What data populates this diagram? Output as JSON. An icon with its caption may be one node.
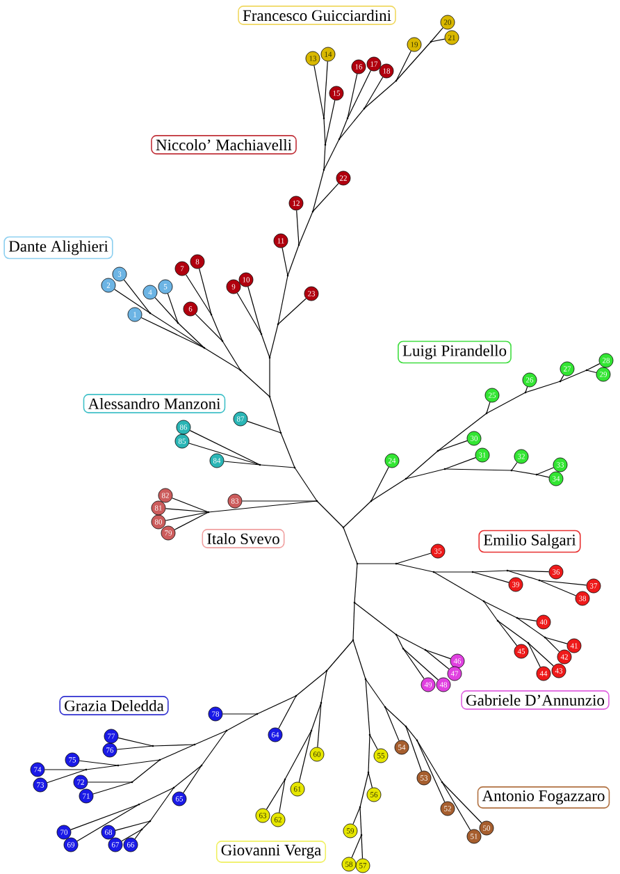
{
  "diagram": {
    "nodes": [
      {
        "text": [
          "1"
        ]
      },
      {
        "text": [
          "2"
        ]
      },
      {
        "text": [
          "3"
        ]
      },
      {
        "text": [
          "4"
        ]
      },
      {
        "text": [
          "5"
        ]
      },
      {
        "text": [
          "6"
        ]
      },
      {
        "text": [
          "7"
        ]
      },
      {
        "text": [
          "8"
        ]
      },
      {
        "text": [
          "9"
        ]
      },
      {
        "text": [
          "10"
        ]
      },
      {
        "text": [
          "11"
        ]
      },
      {
        "text": [
          "12"
        ]
      },
      {
        "text": [
          "13"
        ]
      },
      {
        "text": [
          "14"
        ]
      },
      {
        "text": [
          "15"
        ]
      },
      {
        "text": [
          "16"
        ]
      },
      {
        "text": [
          "17"
        ]
      },
      {
        "text": [
          "18"
        ]
      },
      {
        "text": [
          "19"
        ]
      },
      {
        "text": [
          "20"
        ]
      },
      {
        "text": [
          "21"
        ]
      },
      {
        "text": [
          "22"
        ]
      },
      {
        "text": [
          "23"
        ]
      },
      {
        "text": [
          "24"
        ]
      },
      {
        "text": [
          "25"
        ]
      },
      {
        "text": [
          "26"
        ]
      },
      {
        "text": [
          "27"
        ]
      },
      {
        "text": [
          "28"
        ]
      },
      {
        "text": [
          "29"
        ]
      },
      {
        "text": [
          "30"
        ]
      },
      {
        "text": [
          "31"
        ]
      },
      {
        "text": [
          "32"
        ]
      },
      {
        "text": [
          "33"
        ]
      },
      {
        "text": [
          "34"
        ]
      },
      {
        "text": [
          "35"
        ]
      },
      {
        "text": [
          "36"
        ]
      },
      {
        "text": [
          "37"
        ]
      },
      {
        "text": [
          "38"
        ]
      },
      {
        "text": [
          "39"
        ]
      },
      {
        "text": [
          "40"
        ]
      },
      {
        "text": [
          "41"
        ]
      },
      {
        "text": [
          "42"
        ]
      },
      {
        "text": [
          "43"
        ]
      },
      {
        "text": [
          "44"
        ]
      },
      {
        "text": [
          "45"
        ]
      },
      {
        "text": [
          "46"
        ]
      },
      {
        "text": [
          "47"
        ]
      },
      {
        "text": [
          "48"
        ]
      },
      {
        "text": [
          "49"
        ]
      },
      {
        "text": [
          "50"
        ]
      },
      {
        "text": [
          "51"
        ]
      },
      {
        "text": [
          "52"
        ]
      },
      {
        "text": [
          "53"
        ]
      },
      {
        "text": [
          "54"
        ]
      },
      {
        "text": [
          "55"
        ]
      },
      {
        "text": [
          "56"
        ]
      },
      {
        "text": [
          "57"
        ]
      },
      {
        "text": [
          "58"
        ]
      },
      {
        "text": [
          "59"
        ]
      },
      {
        "text": [
          "60"
        ]
      },
      {
        "text": [
          "61"
        ]
      },
      {
        "text": [
          "62"
        ]
      },
      {
        "text": [
          "63"
        ]
      },
      {
        "text": [
          "64"
        ]
      },
      {
        "text": [
          "65"
        ]
      },
      {
        "text": [
          "66"
        ]
      },
      {
        "text": [
          "67"
        ]
      },
      {
        "text": [
          "68"
        ]
      },
      {
        "text": [
          "69"
        ]
      },
      {
        "text": [
          "70"
        ]
      },
      {
        "text": [
          "71"
        ]
      },
      {
        "text": [
          "72"
        ]
      },
      {
        "text": [
          "73"
        ]
      },
      {
        "text": [
          "74"
        ]
      },
      {
        "text": [
          "75"
        ]
      },
      {
        "text": [
          "76"
        ]
      },
      {
        "text": [
          "77"
        ]
      },
      {
        "text": [
          "78"
        ]
      },
      {
        "text": [
          "79"
        ]
      },
      {
        "text": [
          "80"
        ]
      },
      {
        "text": [
          "81"
        ]
      },
      {
        "text": [
          "82"
        ]
      },
      {
        "text": [
          "83"
        ]
      },
      {
        "text": [
          "84"
        ]
      },
      {
        "text": [
          "85"
        ]
      },
      {
        "text": [
          "86"
        ]
      },
      {
        "text": [
          "87"
        ]
      },
      {
        "text": [
          "Francesco Guicciardini"
        ]
      },
      {
        "text": [
          "Niccolo’ Machiavelli"
        ]
      },
      {
        "text": [
          "Dante Alighieri"
        ]
      },
      {
        "text": [
          "Luigi Pirandello"
        ]
      },
      {
        "text": [
          "Alessandro Manzoni"
        ]
      },
      {
        "text": [
          "Italo Svevo"
        ]
      },
      {
        "text": [
          "Emilio Salgari"
        ]
      },
      {
        "text": [
          "Gabriele D’Annunzio"
        ]
      },
      {
        "text": [
          "Grazia Deledda"
        ]
      },
      {
        "text": [
          "Antonio Fogazzaro"
        ]
      },
      {
        "text": [
          "Giovanni Verga"
        ]
      },
      {
        "text": [],
        "shape": "point"
      },
      {
        "text": [],
        "shape": "point"
      },
      {
        "text": [],
        "shape": "point"
      },
      {
        "text": [],
        "shape": "point"
      },
      {
        "text": [],
        "shape": "point"
      },
      {
        "text": [],
        "shape": "point"
      },
      {
        "text": [],
        "shape": "point"
      },
      {
        "text": [],
        "shape": "point"
      },
      {
        "text": [],
        "shape": "point"
      },
      {
        "text": [],
        "shape": "point"
      },
      {
        "text": [],
        "shape": "point"
      },
      {
        "text": [],
        "shape": "point"
      },
      {
        "text": [],
        "shape": "point"
      },
      {
        "text": [],
        "shape": "point"
      },
      {
        "text": [],
        "shape": "point"
      },
      {
        "text": [],
        "shape": "point"
      },
      {
        "text": [],
        "shape": "point"
      },
      {
        "text": [],
        "shape": "point"
      },
      {
        "text": [],
        "shape": "point"
      },
      {
        "text": [],
        "shape": "point"
      },
      {
        "text": [],
        "shape": "point"
      },
      {
        "text": [],
        "shape": "point"
      },
      {
        "text": [],
        "shape": "point"
      },
      {
        "text": [],
        "shape": "point"
      },
      {
        "text": [],
        "shape": "point"
      },
      {
        "text": [],
        "shape": "point"
      },
      {
        "text": [],
        "shape": "point"
      },
      {
        "text": [],
        "shape": "point"
      },
      {
        "text": [],
        "shape": "point"
      },
      {
        "text": [],
        "shape": "point"
      },
      {
        "text": [],
        "shape": "point"
      },
      {
        "text": [],
        "shape": "point"
      },
      {
        "text": [],
        "shape": "point"
      },
      {
        "text": [],
        "shape": "point"
      },
      {
        "text": [],
        "shape": "point"
      },
      {
        "text": [],
        "shape": "point"
      },
      {
        "text": [],
        "shape": "point"
      },
      {
        "text": [],
        "shape": "point"
      },
      {
        "text": [],
        "shape": "point"
      },
      {
        "text": [],
        "shape": "point"
      },
      {
        "text": [],
        "shape": "point"
      },
      {
        "text": [],
        "shape": "point"
      },
      {
        "text": [],
        "shape": "point"
      },
      {
        "text": [],
        "shape": "point"
      },
      {
        "text": [],
        "shape": "point"
      },
      {
        "text": [],
        "shape": "point"
      },
      {
        "text": [],
        "shape": "point"
      },
      {
        "text": [],
        "shape": "point"
      },
      {
        "text": [],
        "shape": "point"
      },
      {
        "text": [],
        "shape": "point"
      },
      {
        "text": [],
        "shape": "point"
      },
      {
        "text": [],
        "shape": "point"
      },
      {
        "text": [],
        "shape": "point"
      },
      {
        "text": [],
        "shape": "point"
      },
      {
        "text": [],
        "shape": "point"
      },
      {
        "text": [],
        "shape": "point"
      },
      {
        "text": [],
        "shape": "point"
      },
      {
        "text": [],
        "shape": "point"
      },
      {
        "text": [],
        "shape": "point"
      },
      {
        "text": [],
        "shape": "point"
      },
      {
        "text": [],
        "shape": "point"
      },
      {
        "text": [],
        "shape": "point"
      },
      {
        "text": [],
        "shape": "point"
      },
      {
        "text": [],
        "shape": "point"
      },
      {
        "text": [],
        "shape": "point"
      },
      {
        "text": [],
        "shape": "point"
      },
      {
        "text": [],
        "shape": "point"
      },
      {
        "text": [],
        "shape": "point"
      },
      {
        "text": [],
        "shape": "point"
      },
      {
        "text": [],
        "shape": "point"
      },
      {
        "text": [],
        "shape": "point"
      },
      {
        "text": [],
        "shape": "point"
      },
      {
        "text": [],
        "shape": "point"
      },
      {
        "text": [],
        "shape": "point"
      },
      {
        "text": [],
        "shape": "point"
      },
      {
        "text": [],
        "shape": "point"
      },
      {
        "text": [],
        "shape": "point"
      },
      {
        "text": [],
        "shape": "point"
      },
      {
        "text": [],
        "shape": "point"
      },
      {
        "text": [],
        "shape": "point"
      }
    ],
    "edges": [
      {
        "from": 98,
        "to": 99,
        "arrow": "none"
      },
      {
        "from": 98,
        "to": 125,
        "arrow": "none"
      },
      {
        "from": 98,
        "to": 135,
        "arrow": "none"
      },
      {
        "from": 99,
        "to": 100,
        "arrow": "none"
      },
      {
        "from": 99,
        "to": 82,
        "arrow": "none"
      },
      {
        "from": 99,
        "to": 101,
        "arrow": "none"
      },
      {
        "from": 100,
        "to": 78,
        "arrow": "none"
      },
      {
        "from": 100,
        "to": 79,
        "arrow": "none"
      },
      {
        "from": 100,
        "to": 80,
        "arrow": "none"
      },
      {
        "from": 100,
        "to": 81,
        "arrow": "none"
      },
      {
        "from": 101,
        "to": 102,
        "arrow": "none"
      },
      {
        "from": 101,
        "to": 103,
        "arrow": "none"
      },
      {
        "from": 102,
        "to": 83,
        "arrow": "none"
      },
      {
        "from": 102,
        "to": 84,
        "arrow": "none"
      },
      {
        "from": 102,
        "to": 85,
        "arrow": "none"
      },
      {
        "from": 103,
        "to": 86,
        "arrow": "none"
      },
      {
        "from": 103,
        "to": 104,
        "arrow": "none"
      },
      {
        "from": 104,
        "to": 105,
        "arrow": "none"
      },
      {
        "from": 104,
        "to": 111,
        "arrow": "none"
      },
      {
        "from": 105,
        "to": 106,
        "arrow": "none"
      },
      {
        "from": 105,
        "to": 109,
        "arrow": "none"
      },
      {
        "from": 106,
        "to": 0,
        "arrow": "none"
      },
      {
        "from": 106,
        "to": 107,
        "arrow": "none"
      },
      {
        "from": 106,
        "to": 108,
        "arrow": "none"
      },
      {
        "from": 107,
        "to": 1,
        "arrow": "none"
      },
      {
        "from": 107,
        "to": 2,
        "arrow": "none"
      },
      {
        "from": 108,
        "to": 3,
        "arrow": "none"
      },
      {
        "from": 108,
        "to": 4,
        "arrow": "none"
      },
      {
        "from": 109,
        "to": 5,
        "arrow": "none"
      },
      {
        "from": 109,
        "to": 110,
        "arrow": "none"
      },
      {
        "from": 110,
        "to": 6,
        "arrow": "none"
      },
      {
        "from": 110,
        "to": 7,
        "arrow": "none"
      },
      {
        "from": 111,
        "to": 112,
        "arrow": "none"
      },
      {
        "from": 111,
        "to": 113,
        "arrow": "none"
      },
      {
        "from": 112,
        "to": 8,
        "arrow": "none"
      },
      {
        "from": 112,
        "to": 9,
        "arrow": "none"
      },
      {
        "from": 113,
        "to": 22,
        "arrow": "none"
      },
      {
        "from": 113,
        "to": 114,
        "arrow": "none"
      },
      {
        "from": 114,
        "to": 10,
        "arrow": "none"
      },
      {
        "from": 114,
        "to": 115,
        "arrow": "none"
      },
      {
        "from": 115,
        "to": 11,
        "arrow": "none"
      },
      {
        "from": 115,
        "to": 116,
        "arrow": "none"
      },
      {
        "from": 116,
        "to": 21,
        "arrow": "none"
      },
      {
        "from": 116,
        "to": 117,
        "arrow": "none"
      },
      {
        "from": 117,
        "to": 118,
        "arrow": "none"
      },
      {
        "from": 117,
        "to": 120,
        "arrow": "none"
      },
      {
        "from": 118,
        "to": 14,
        "arrow": "none"
      },
      {
        "from": 118,
        "to": 119,
        "arrow": "none"
      },
      {
        "from": 119,
        "to": 12,
        "arrow": "none"
      },
      {
        "from": 119,
        "to": 13,
        "arrow": "none"
      },
      {
        "from": 120,
        "to": 121,
        "arrow": "none"
      },
      {
        "from": 120,
        "to": 122,
        "arrow": "none"
      },
      {
        "from": 121,
        "to": 15,
        "arrow": "none"
      },
      {
        "from": 121,
        "to": 16,
        "arrow": "none"
      },
      {
        "from": 122,
        "to": 17,
        "arrow": "none"
      },
      {
        "from": 122,
        "to": 123,
        "arrow": "none"
      },
      {
        "from": 123,
        "to": 18,
        "arrow": "none"
      },
      {
        "from": 123,
        "to": 124,
        "arrow": "none"
      },
      {
        "from": 124,
        "to": 19,
        "arrow": "none"
      },
      {
        "from": 124,
        "to": 20,
        "arrow": "none"
      },
      {
        "from": 125,
        "to": 23,
        "arrow": "none"
      },
      {
        "from": 125,
        "to": 126,
        "arrow": "none"
      },
      {
        "from": 126,
        "to": 127,
        "arrow": "none"
      },
      {
        "from": 126,
        "to": 132,
        "arrow": "none"
      },
      {
        "from": 127,
        "to": 29,
        "arrow": "none"
      },
      {
        "from": 127,
        "to": 128,
        "arrow": "none"
      },
      {
        "from": 128,
        "to": 24,
        "arrow": "none"
      },
      {
        "from": 128,
        "to": 129,
        "arrow": "none"
      },
      {
        "from": 129,
        "to": 25,
        "arrow": "none"
      },
      {
        "from": 129,
        "to": 130,
        "arrow": "none"
      },
      {
        "from": 130,
        "to": 26,
        "arrow": "none"
      },
      {
        "from": 130,
        "to": 131,
        "arrow": "none"
      },
      {
        "from": 131,
        "to": 27,
        "arrow": "none"
      },
      {
        "from": 131,
        "to": 28,
        "arrow": "none"
      },
      {
        "from": 132,
        "to": 30,
        "arrow": "none"
      },
      {
        "from": 132,
        "to": 133,
        "arrow": "none"
      },
      {
        "from": 133,
        "to": 31,
        "arrow": "none"
      },
      {
        "from": 133,
        "to": 134,
        "arrow": "none"
      },
      {
        "from": 134,
        "to": 32,
        "arrow": "none"
      },
      {
        "from": 134,
        "to": 33,
        "arrow": "none"
      },
      {
        "from": 135,
        "to": 136,
        "arrow": "none"
      },
      {
        "from": 135,
        "to": 146,
        "arrow": "none"
      },
      {
        "from": 136,
        "to": 34,
        "arrow": "none"
      },
      {
        "from": 136,
        "to": 137,
        "arrow": "none"
      },
      {
        "from": 137,
        "to": 138,
        "arrow": "none"
      },
      {
        "from": 137,
        "to": 141,
        "arrow": "none"
      },
      {
        "from": 138,
        "to": 38,
        "arrow": "none"
      },
      {
        "from": 138,
        "to": 139,
        "arrow": "none"
      },
      {
        "from": 139,
        "to": 35,
        "arrow": "none"
      },
      {
        "from": 139,
        "to": 140,
        "arrow": "none"
      },
      {
        "from": 140,
        "to": 36,
        "arrow": "none"
      },
      {
        "from": 140,
        "to": 37,
        "arrow": "none"
      },
      {
        "from": 141,
        "to": 142,
        "arrow": "none"
      },
      {
        "from": 141,
        "to": 144,
        "arrow": "none"
      },
      {
        "from": 142,
        "to": 39,
        "arrow": "none"
      },
      {
        "from": 142,
        "to": 143,
        "arrow": "none"
      },
      {
        "from": 143,
        "to": 40,
        "arrow": "none"
      },
      {
        "from": 143,
        "to": 41,
        "arrow": "none"
      },
      {
        "from": 144,
        "to": 44,
        "arrow": "none"
      },
      {
        "from": 144,
        "to": 145,
        "arrow": "none"
      },
      {
        "from": 145,
        "to": 42,
        "arrow": "none"
      },
      {
        "from": 145,
        "to": 43,
        "arrow": "none"
      },
      {
        "from": 146,
        "to": 147,
        "arrow": "none"
      },
      {
        "from": 146,
        "to": 150,
        "arrow": "none"
      },
      {
        "from": 147,
        "to": 148,
        "arrow": "none"
      },
      {
        "from": 147,
        "to": 149,
        "arrow": "none"
      },
      {
        "from": 148,
        "to": 45,
        "arrow": "none"
      },
      {
        "from": 148,
        "to": 46,
        "arrow": "none"
      },
      {
        "from": 149,
        "to": 47,
        "arrow": "none"
      },
      {
        "from": 149,
        "to": 48,
        "arrow": "none"
      },
      {
        "from": 150,
        "to": 160,
        "arrow": "none"
      },
      {
        "from": 150,
        "to": 151,
        "arrow": "none"
      },
      {
        "from": 151,
        "to": 156,
        "arrow": "none"
      },
      {
        "from": 151,
        "to": 152,
        "arrow": "none"
      },
      {
        "from": 152,
        "to": 53,
        "arrow": "none"
      },
      {
        "from": 152,
        "to": 153,
        "arrow": "none"
      },
      {
        "from": 153,
        "to": 52,
        "arrow": "none"
      },
      {
        "from": 153,
        "to": 154,
        "arrow": "none"
      },
      {
        "from": 154,
        "to": 51,
        "arrow": "none"
      },
      {
        "from": 154,
        "to": 155,
        "arrow": "none"
      },
      {
        "from": 155,
        "to": 49,
        "arrow": "none"
      },
      {
        "from": 155,
        "to": 50,
        "arrow": "none"
      },
      {
        "from": 156,
        "to": 54,
        "arrow": "none"
      },
      {
        "from": 156,
        "to": 157,
        "arrow": "none"
      },
      {
        "from": 157,
        "to": 55,
        "arrow": "none"
      },
      {
        "from": 157,
        "to": 158,
        "arrow": "none"
      },
      {
        "from": 158,
        "to": 58,
        "arrow": "none"
      },
      {
        "from": 158,
        "to": 159,
        "arrow": "none"
      },
      {
        "from": 159,
        "to": 56,
        "arrow": "none"
      },
      {
        "from": 159,
        "to": 57,
        "arrow": "none"
      },
      {
        "from": 160,
        "to": 164,
        "arrow": "none"
      },
      {
        "from": 160,
        "to": 161,
        "arrow": "none"
      },
      {
        "from": 161,
        "to": 59,
        "arrow": "none"
      },
      {
        "from": 161,
        "to": 162,
        "arrow": "none"
      },
      {
        "from": 162,
        "to": 60,
        "arrow": "none"
      },
      {
        "from": 162,
        "to": 163,
        "arrow": "none"
      },
      {
        "from": 163,
        "to": 61,
        "arrow": "none"
      },
      {
        "from": 163,
        "to": 62,
        "arrow": "none"
      },
      {
        "from": 164,
        "to": 63,
        "arrow": "none"
      },
      {
        "from": 164,
        "to": 165,
        "arrow": "none"
      },
      {
        "from": 165,
        "to": 77,
        "arrow": "none"
      },
      {
        "from": 165,
        "to": 166,
        "arrow": "none"
      },
      {
        "from": 166,
        "to": 167,
        "arrow": "none"
      },
      {
        "from": 166,
        "to": 173,
        "arrow": "none"
      },
      {
        "from": 167,
        "to": 168,
        "arrow": "none"
      },
      {
        "from": 167,
        "to": 169,
        "arrow": "none"
      },
      {
        "from": 168,
        "to": 75,
        "arrow": "none"
      },
      {
        "from": 168,
        "to": 76,
        "arrow": "none"
      },
      {
        "from": 169,
        "to": 170,
        "arrow": "none"
      },
      {
        "from": 169,
        "to": 172,
        "arrow": "none"
      },
      {
        "from": 170,
        "to": 74,
        "arrow": "none"
      },
      {
        "from": 170,
        "to": 171,
        "arrow": "none"
      },
      {
        "from": 171,
        "to": 73,
        "arrow": "none"
      },
      {
        "from": 171,
        "to": 72,
        "arrow": "none"
      },
      {
        "from": 172,
        "to": 71,
        "arrow": "none"
      },
      {
        "from": 172,
        "to": 70,
        "arrow": "none"
      },
      {
        "from": 173,
        "to": 64,
        "arrow": "none"
      },
      {
        "from": 173,
        "to": 174,
        "arrow": "none"
      },
      {
        "from": 174,
        "to": 175,
        "arrow": "none"
      },
      {
        "from": 174,
        "to": 176,
        "arrow": "none"
      },
      {
        "from": 175,
        "to": 69,
        "arrow": "none"
      },
      {
        "from": 175,
        "to": 68,
        "arrow": "none"
      },
      {
        "from": 176,
        "to": 67,
        "arrow": "none"
      },
      {
        "from": 176,
        "to": 177,
        "arrow": "none"
      },
      {
        "from": 177,
        "to": 66,
        "arrow": "none"
      },
      {
        "from": 177,
        "to": 65,
        "arrow": "none"
      }
    ]
  }
}
